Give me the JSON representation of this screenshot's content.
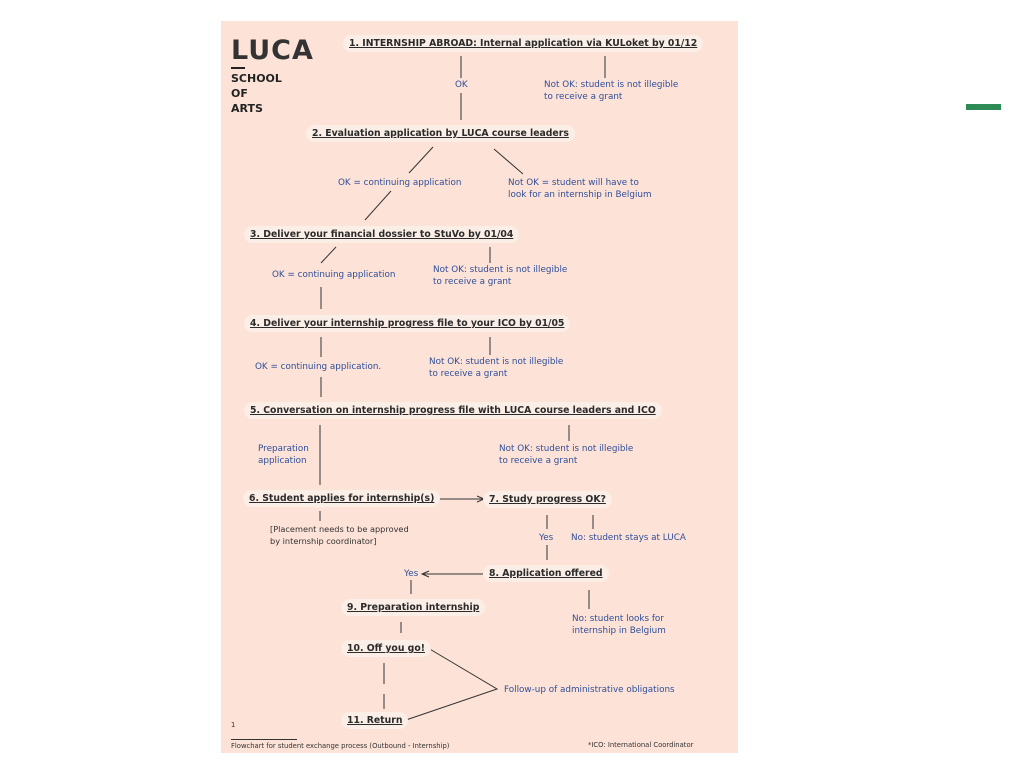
{
  "logo": {
    "name": "LUCA",
    "sub1": "SCHOOL",
    "sub2": "OF",
    "sub3": "ARTS"
  },
  "steps": {
    "s1": "1.  INTERNSHIP ABROAD: Internal application via KULoket by 01/12",
    "s2": "2.  Evaluation application by LUCA course leaders",
    "s3": "3.  Deliver your financial dossier to StuVo by 01/04",
    "s4": "4.  Deliver your internship progress file to your ICO by 01/05",
    "s5": "5.  Conversation on internship progress file with LUCA course leaders and ICO",
    "s6": "6.  Student applies for internship(s)",
    "s7": "7.  Study progress OK?",
    "s8": "8.  Application offered",
    "s9": "9.  Preparation internship",
    "s10": "10.  Off you go!",
    "s11": "11.  Return"
  },
  "notes": {
    "ok1": "OK",
    "notok1_l1": "Not OK: student is not illegible",
    "notok1_l2": "to receive a grant",
    "ok2": "OK = continuing application",
    "notok2_l1": "Not OK = student will have to",
    "notok2_l2": "look for an internship in Belgium",
    "ok3": "OK = continuing application",
    "notok3_l1": "Not OK: student is not illegible",
    "notok3_l2": "to receive a grant",
    "ok4": "OK = continuing application.",
    "notok4_l1": "Not OK: student is not illegible",
    "notok4_l2": "to receive a grant",
    "prep_l1": "Preparation",
    "prep_l2": "application",
    "notok5_l1": "Not OK: student is not illegible",
    "notok5_l2": "to receive a grant",
    "placement_l1": "[Placement needs to be approved",
    "placement_l2": "by internship coordinator]",
    "yes7": "Yes",
    "no7": "No: student stays at LUCA",
    "yes8": "Yes",
    "no8_l1": "No: student looks for",
    "no8_l2": "internship in Belgium",
    "followup": "Follow-up of administrative obligations"
  },
  "footer": {
    "page_number": "1",
    "caption": "Flowchart for student exchange process (Outbound - Internship)",
    "ico_note": "*ICO: International Coordinator"
  },
  "colors": {
    "page_bg": "#fde2d7",
    "note_text": "#2f4f9a",
    "accent": "#2e8b57"
  }
}
